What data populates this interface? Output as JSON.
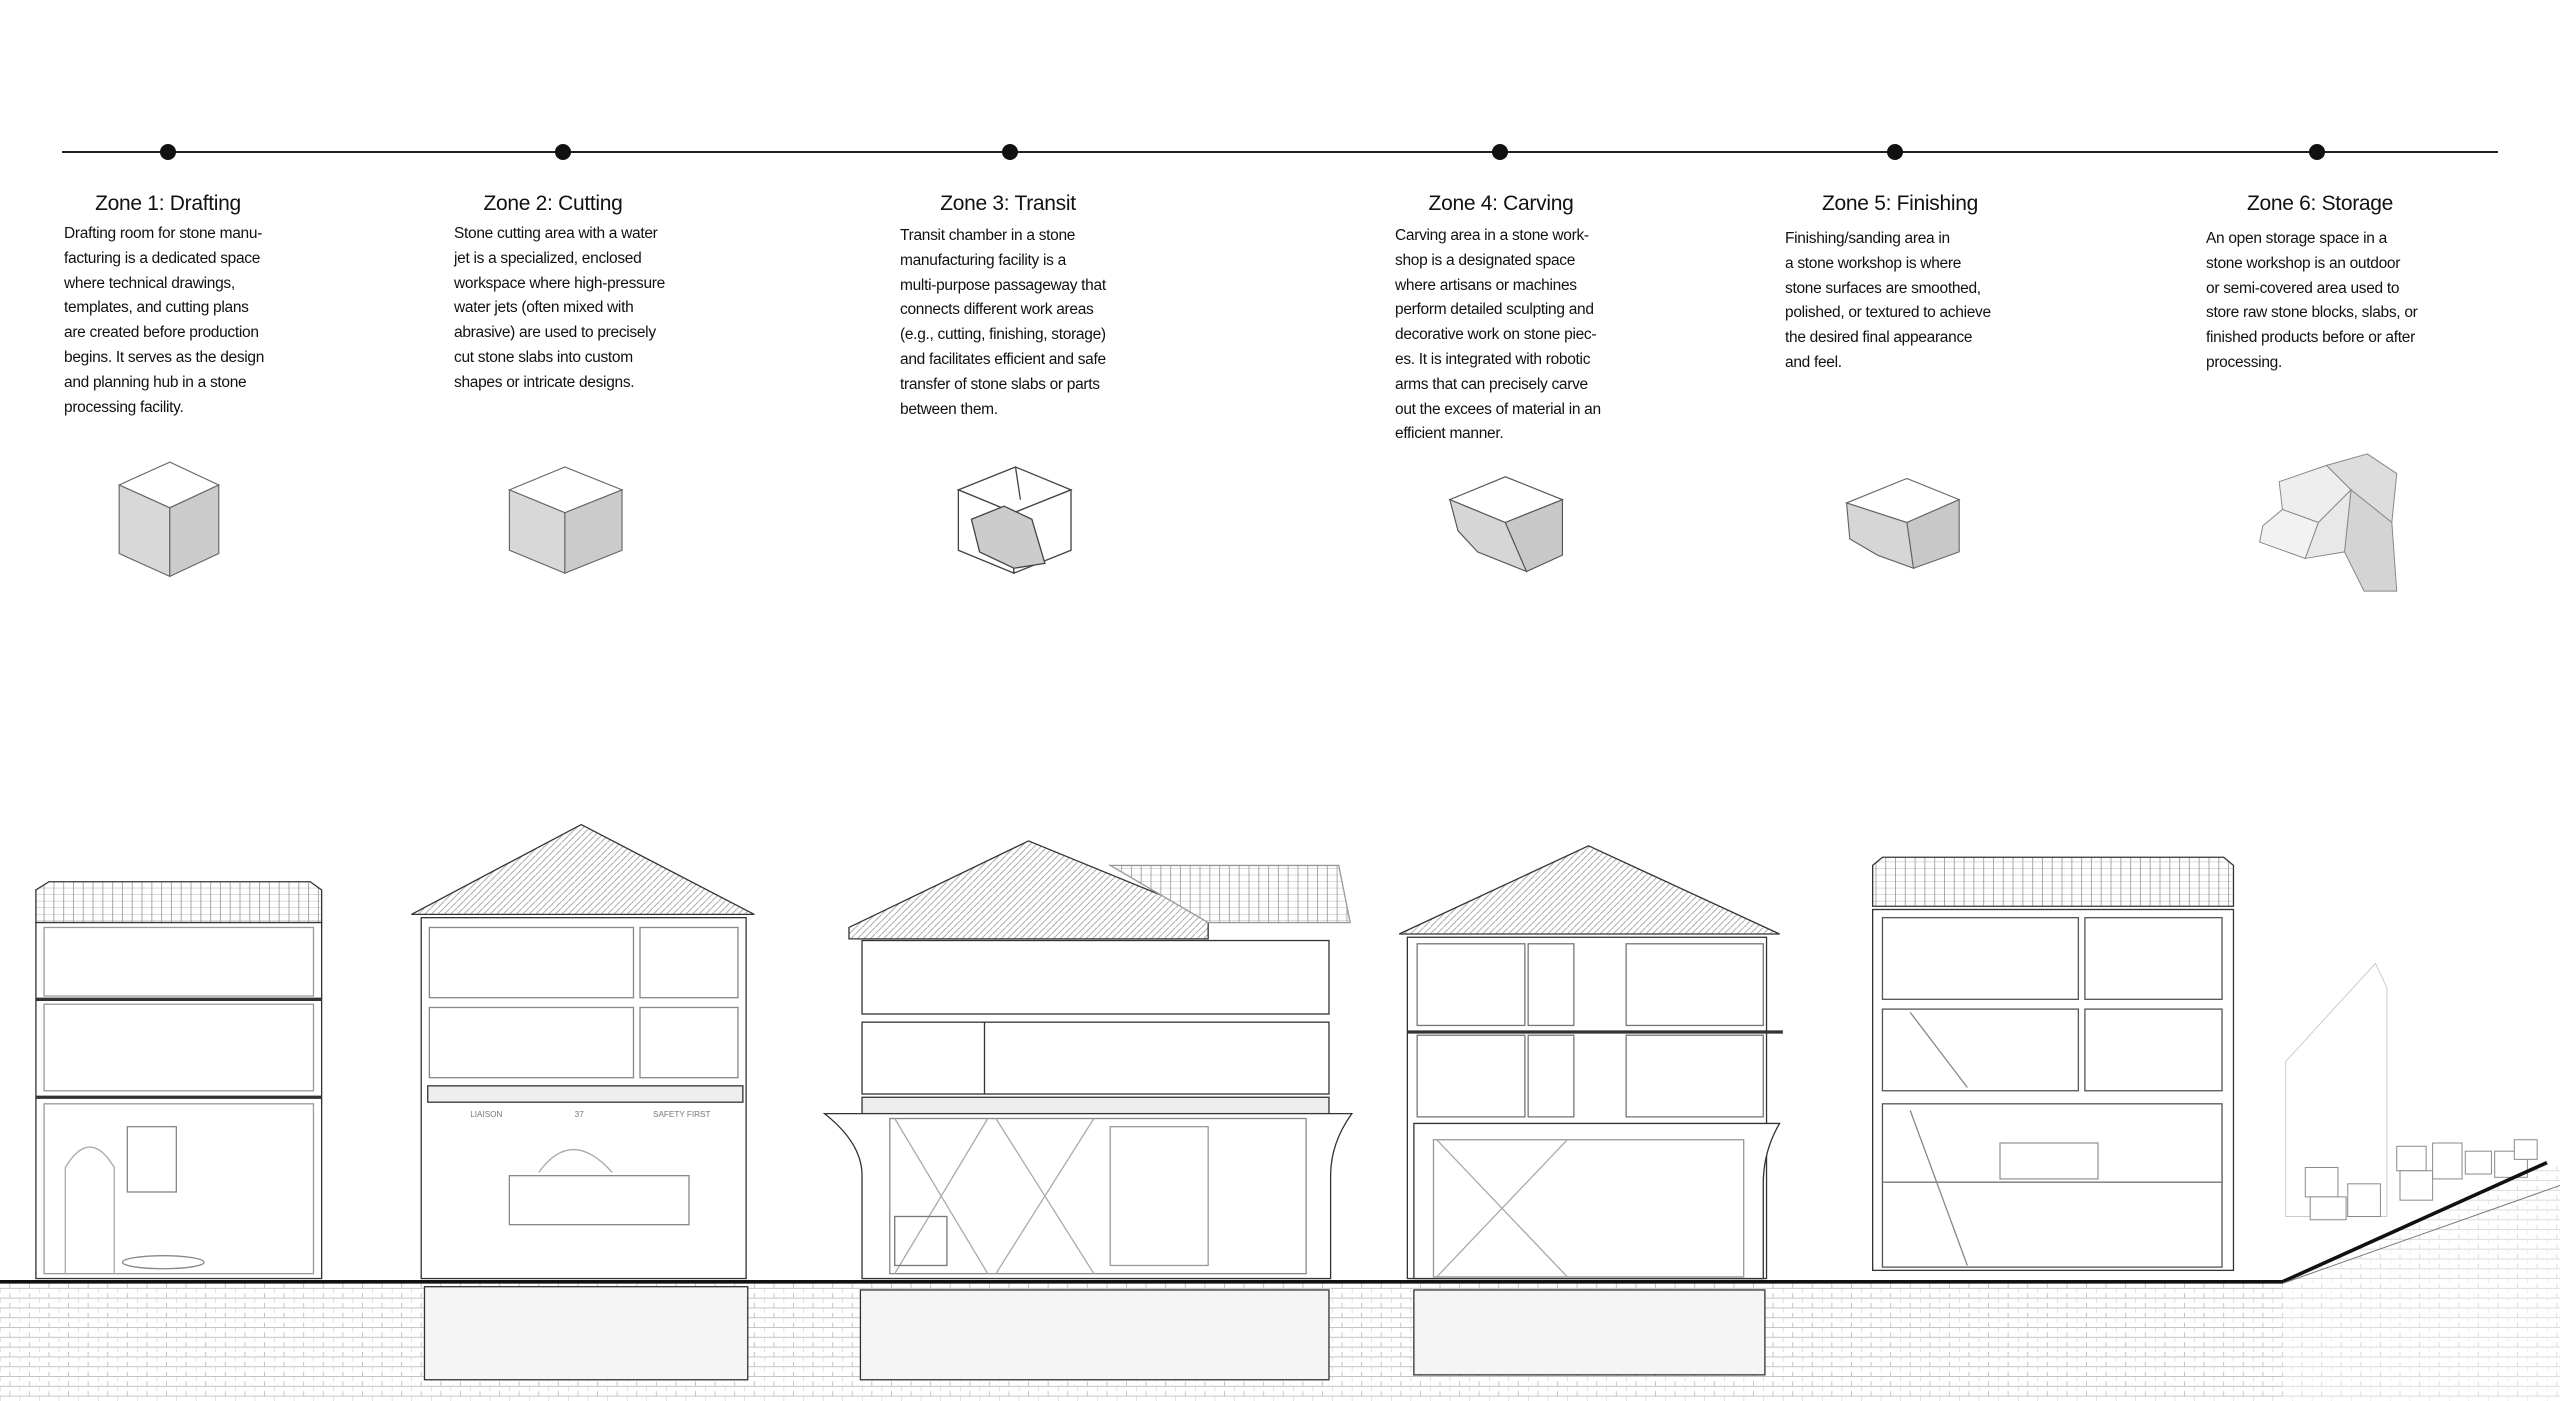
{
  "zones": [
    {
      "title": "Zone 1: Drafting",
      "lines": [
        "Drafting room for stone manu-",
        "facturing is a dedicated space",
        "where technical drawings,",
        "templates, and cutting plans",
        "are created before production",
        "begins. It serves as the design",
        "and planning hub in a stone",
        "processing facility."
      ]
    },
    {
      "title": "Zone 2: Cutting",
      "lines": [
        "Stone cutting area with a water",
        "jet is a specialized, enclosed",
        "workspace where high-pressure",
        "water jets (often mixed with",
        "abrasive) are used to precisely",
        "cut stone slabs into custom",
        "shapes or intricate designs."
      ]
    },
    {
      "title": "Zone 3: Transit",
      "lines": [
        "Transit chamber in a stone",
        "manufacturing facility is a",
        "multi-purpose passageway that",
        "connects different work areas",
        "(e.g., cutting, finishing, storage)",
        "and facilitates efficient and safe",
        "transfer of stone slabs or parts",
        "between them."
      ]
    },
    {
      "title": "Zone 4: Carving",
      "lines": [
        "Carving area in a stone work-",
        "shop is a designated space",
        "where artisans or machines",
        "perform detailed sculpting and",
        "decorative work on stone piec-",
        "es. It is integrated with robotic",
        "arms that can precisely carve",
        "out the excees of material in an",
        "efficient manner."
      ]
    },
    {
      "title": "Zone 5: Finishing",
      "lines": [
        "Finishing/sanding area in",
        "a stone workshop is where",
        "stone surfaces are smoothed,",
        "polished, or textured to achieve",
        "the desired final appearance",
        "and feel."
      ]
    },
    {
      "title": "Zone 6: Storage",
      "lines": [
        "An open storage space in a",
        "stone workshop is an outdoor",
        "or semi-covered area used to",
        "store raw stone blocks, slabs, or",
        "finished products before or after",
        "processing."
      ]
    }
  ],
  "signage": [
    "LIAISON",
    "37",
    "SAFETY FIRST"
  ],
  "colors": {
    "ink": "#111111",
    "stone_face": "#dcdcdc",
    "stone_side": "#c8c8c8",
    "hatch": "#bdbdbd"
  }
}
